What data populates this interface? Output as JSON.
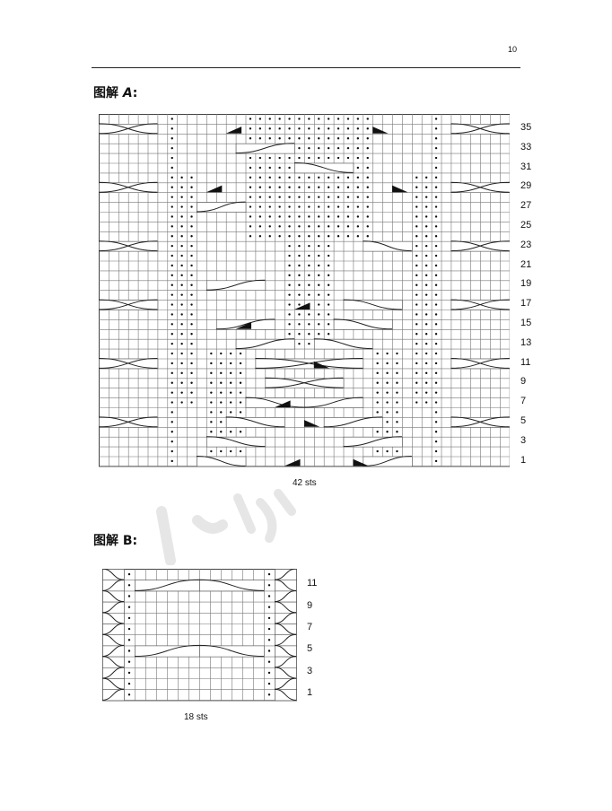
{
  "page_number": "10",
  "chart_a": {
    "title_label": "图解",
    "title_letter": "A",
    "title_colon": ":",
    "stitch_count_label": "42 sts",
    "row_labels": [
      "35",
      "33",
      "31",
      "29",
      "27",
      "25",
      "23",
      "21",
      "19",
      "17",
      "15",
      "13",
      "11",
      "9",
      "7",
      "5",
      "3",
      "1"
    ],
    "stitch_count": 42,
    "row_count": 36
  },
  "chart_b": {
    "title_label": "图解",
    "title_letter": "B",
    "title_colon": ":",
    "stitch_count_label": "18 sts",
    "row_labels": [
      "11",
      "9",
      "7",
      "5",
      "3",
      "1"
    ],
    "stitch_count": 18,
    "row_count": 12
  },
  "colors": {
    "grid": "#555555",
    "ink": "#111111",
    "watermark": "#e9e9e9"
  }
}
